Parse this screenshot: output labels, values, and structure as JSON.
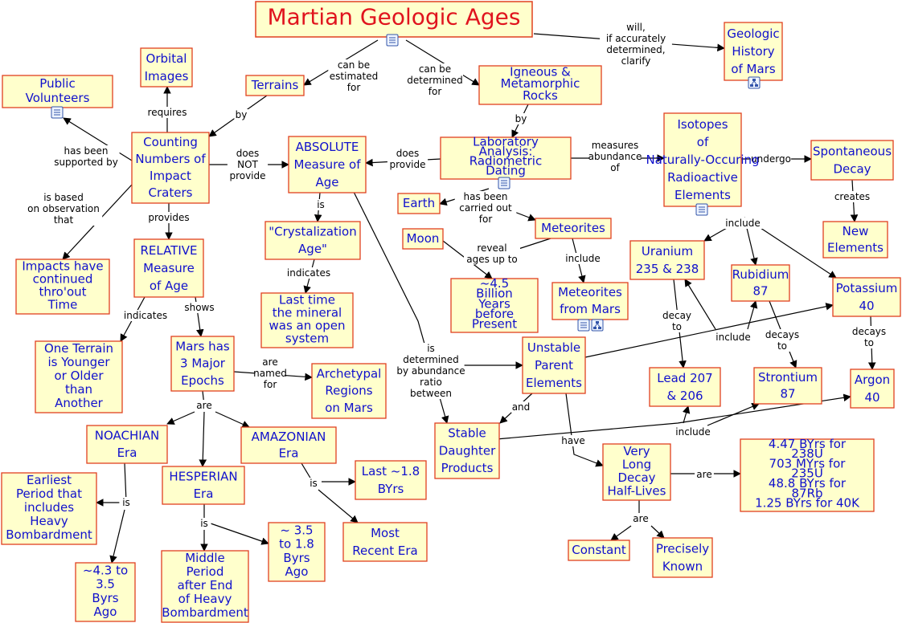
{
  "title": "Martian Geologic Ages",
  "colors": {
    "node_fill": "#ffffcc",
    "node_border": "#e04020",
    "node_text": "#1010cc",
    "title_text": "#e0141e",
    "link": "#000000"
  },
  "icons": {
    "document": "document-icon",
    "submap": "submap-icon"
  },
  "nodes": {
    "geologic_history": "Geologic History of Mars",
    "orbital_images": "Orbital Images",
    "public_volunteers": "Public Volunteers",
    "terrains": "Terrains",
    "igneous": "Igneous & Metamorphic Rocks",
    "counting": "Counting Numbers of Impact Craters",
    "absolute": "ABSOLUTE Measure of Age",
    "lab_analysis": "Laboratory Analysis: Radiometric Dating",
    "isotopes": "Isotopes of Naturally-Occuring Radioactive Elements",
    "spontaneous": "Spontaneous Decay",
    "earth": "Earth",
    "moon": "Moon",
    "meteorites": "Meteorites",
    "new_elements": "New Elements",
    "crystalization": "\"Crystalization Age\"",
    "impacts": "Impacts have continued thro'out Time",
    "relative": "RELATIVE Measure of Age",
    "uranium": "Uranium 235 & 238",
    "rubidium": "Rubidium 87",
    "potassium": "Potassium 40",
    "billion": "~4.5 Billion Years before Present",
    "meteorites_mars": "Meteorites from Mars",
    "last_time": "Last time the mineral was an open system",
    "one_terrain": "One Terrain is Younger or Older than Another",
    "mars_epochs": "Mars has 3 Major Epochs",
    "archetypal": "Archetypal Regions on Mars",
    "unstable": "Unstable Parent Elements",
    "lead": "Lead 207 & 206",
    "strontium": "Strontium 87",
    "argon": "Argon 40",
    "noachian": "NOACHIAN Era",
    "amazonian": "AMAZONIAN Era",
    "stable": "Stable Daughter Products",
    "long_decay": "Very Long Decay Half-Lives",
    "halflives": "4.47 BYrs for 238U\n703  MYrs for 235U\n48.8 BYrs for 87Rb\n1.25 BYrs for 40K",
    "hesperian": "HESPERIAN Era",
    "last18": "Last ~1.8 BYrs",
    "earliest": "Earliest Period that includes Heavy Bombardment",
    "most_recent": "Most Recent Era",
    "y35_18": "~ 3.5 to 1.8 Byrs Ago",
    "constant": "Constant",
    "precisely": "Precisely Known",
    "middle": "Middle Period after End of Heavy Bombardment",
    "y43_35": "~4.3 to 3.5 Byrs Ago"
  },
  "links": {
    "will_clarify": "will,\nif accurately\ndetermined,\nclarify",
    "can_be_estimated": "can be\nestimated\nfor",
    "can_be_determined": "can be\ndetermined\nfor",
    "requires": "requires",
    "by1": "by",
    "by2": "by",
    "supported_by": "has been\nsupported by",
    "does_not_provide": "does\nNOT\nprovide",
    "does_provide": "does\nprovide",
    "measures_abundance": "measures\nabundance\nof",
    "undergo": "undergo",
    "creates": "creates",
    "based_on": "is based\non observation\nthat",
    "provides": "provides",
    "is1": "is",
    "carried_out": "has been\ncarried out\nfor",
    "include1": "include",
    "reveal": "reveal\nages up to",
    "include2": "include",
    "indicates1": "indicates",
    "indicates2": "indicates",
    "shows": "shows",
    "determined_by": "is\ndetermined\nby abundance\nratio\nbetween",
    "decay_to": "decay\nto",
    "include3": "include",
    "decays_to1": "decays\nto",
    "decays_to2": "decays\nto",
    "named_for": "are\nnamed\nfor",
    "are1": "are",
    "and": "and",
    "include4": "include",
    "have": "have",
    "are2": "are",
    "is2": "is",
    "is3": "is",
    "is4": "is",
    "are3": "are"
  }
}
